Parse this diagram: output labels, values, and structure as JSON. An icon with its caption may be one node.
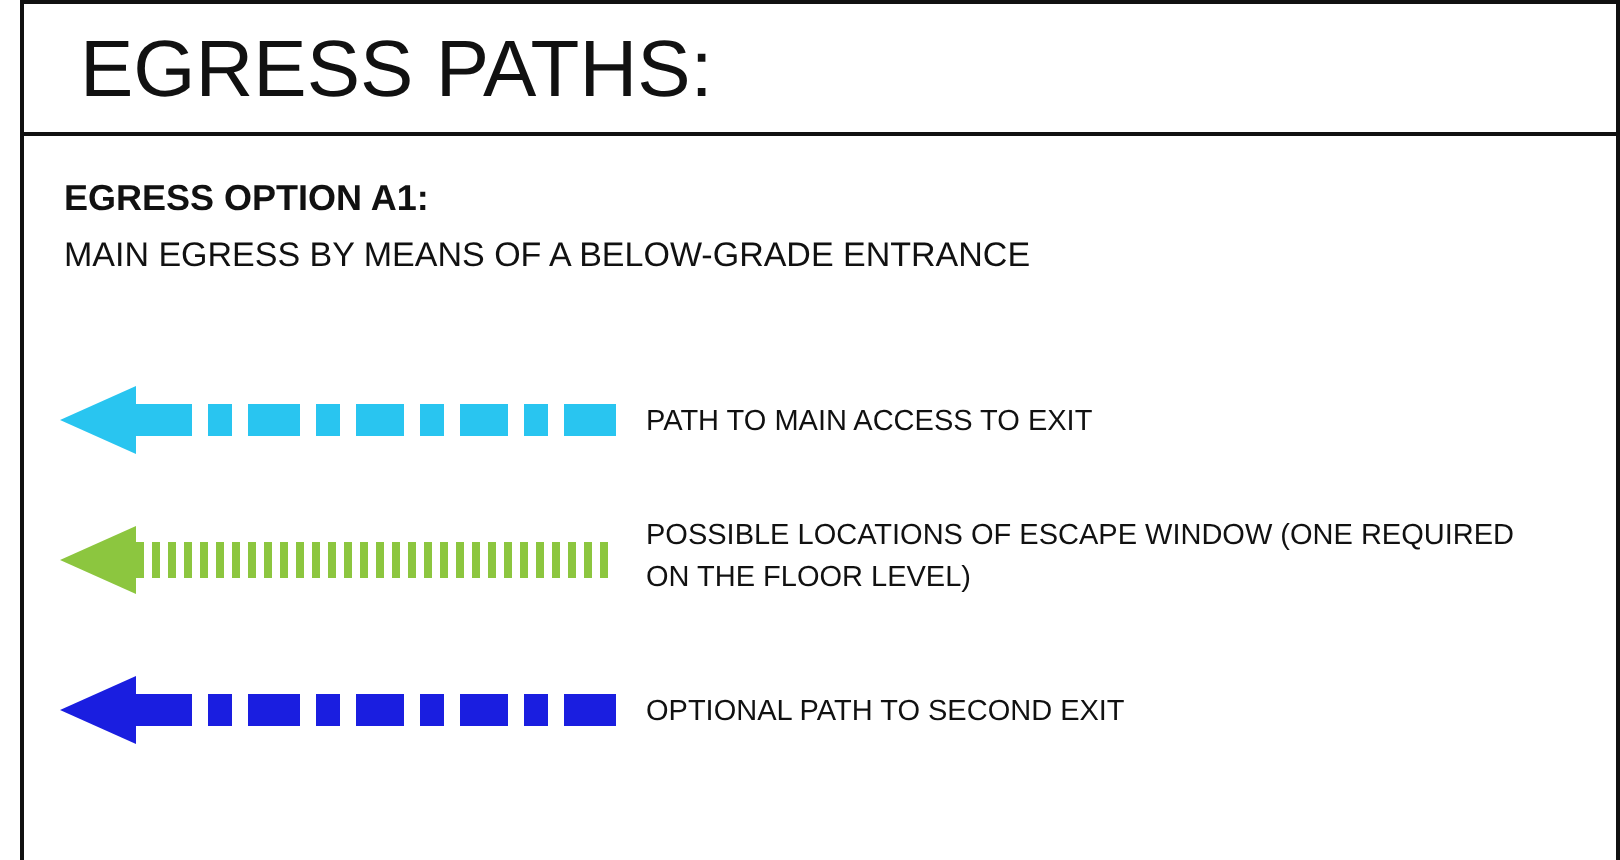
{
  "diagram": {
    "title": "EGRESS PATHS:",
    "labels": [
      "EGRESS OPTION A1:",
      "MAIN EGRESS BY MEANS OF A BELOW-GRADE ENTRANCE"
    ],
    "legend": [
      {
        "text": "PATH TO MAIN ACCESS TO EXIT"
      },
      {
        "text": "POSSIBLE LOCATIONS OF ESCAPE WINDOW (ONE REQUIRED ON THE FLOOR LEVEL)"
      },
      {
        "text": "OPTIONAL PATH TO SECOND EXIT"
      }
    ]
  }
}
